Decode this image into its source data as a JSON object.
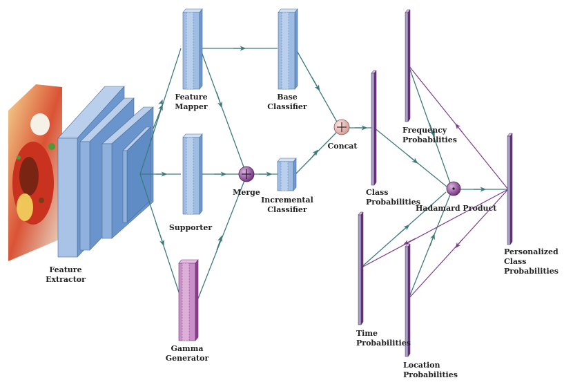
{
  "labels": {
    "feature_extractor": [
      "Feature",
      "Extractor"
    ],
    "feature_mapper": [
      "Feature",
      "Mapper"
    ],
    "supporter": "Supporter",
    "gamma_generator": [
      "Gamma",
      "Generator"
    ],
    "base_classifier": [
      "Base",
      "Classifier"
    ],
    "incremental_classifier": [
      "Incremental",
      "Classifier"
    ],
    "merge": "Merge",
    "concat": "Concat",
    "class_probabilities": [
      "Class",
      "Probabilities"
    ],
    "frequency_probabilities": [
      "Frequency",
      "Probabilities"
    ],
    "hadamard_product": "Hadamard Product",
    "time_probabilities": [
      "Time",
      "Probabilities"
    ],
    "location_probabilities": [
      "Location",
      "Probabilities"
    ],
    "personalized_class_probabilities": [
      "Personalized",
      "Class",
      "Probabilities"
    ]
  },
  "colors": {
    "teal_edge": "#3d7a7a",
    "purple_edge": "#7a3d8a",
    "blue_fill": "#7fa6d6",
    "blue_light": "#b9cfec",
    "purple_fill": "#9a4f9a",
    "pink_fill": "#c98fc7"
  }
}
